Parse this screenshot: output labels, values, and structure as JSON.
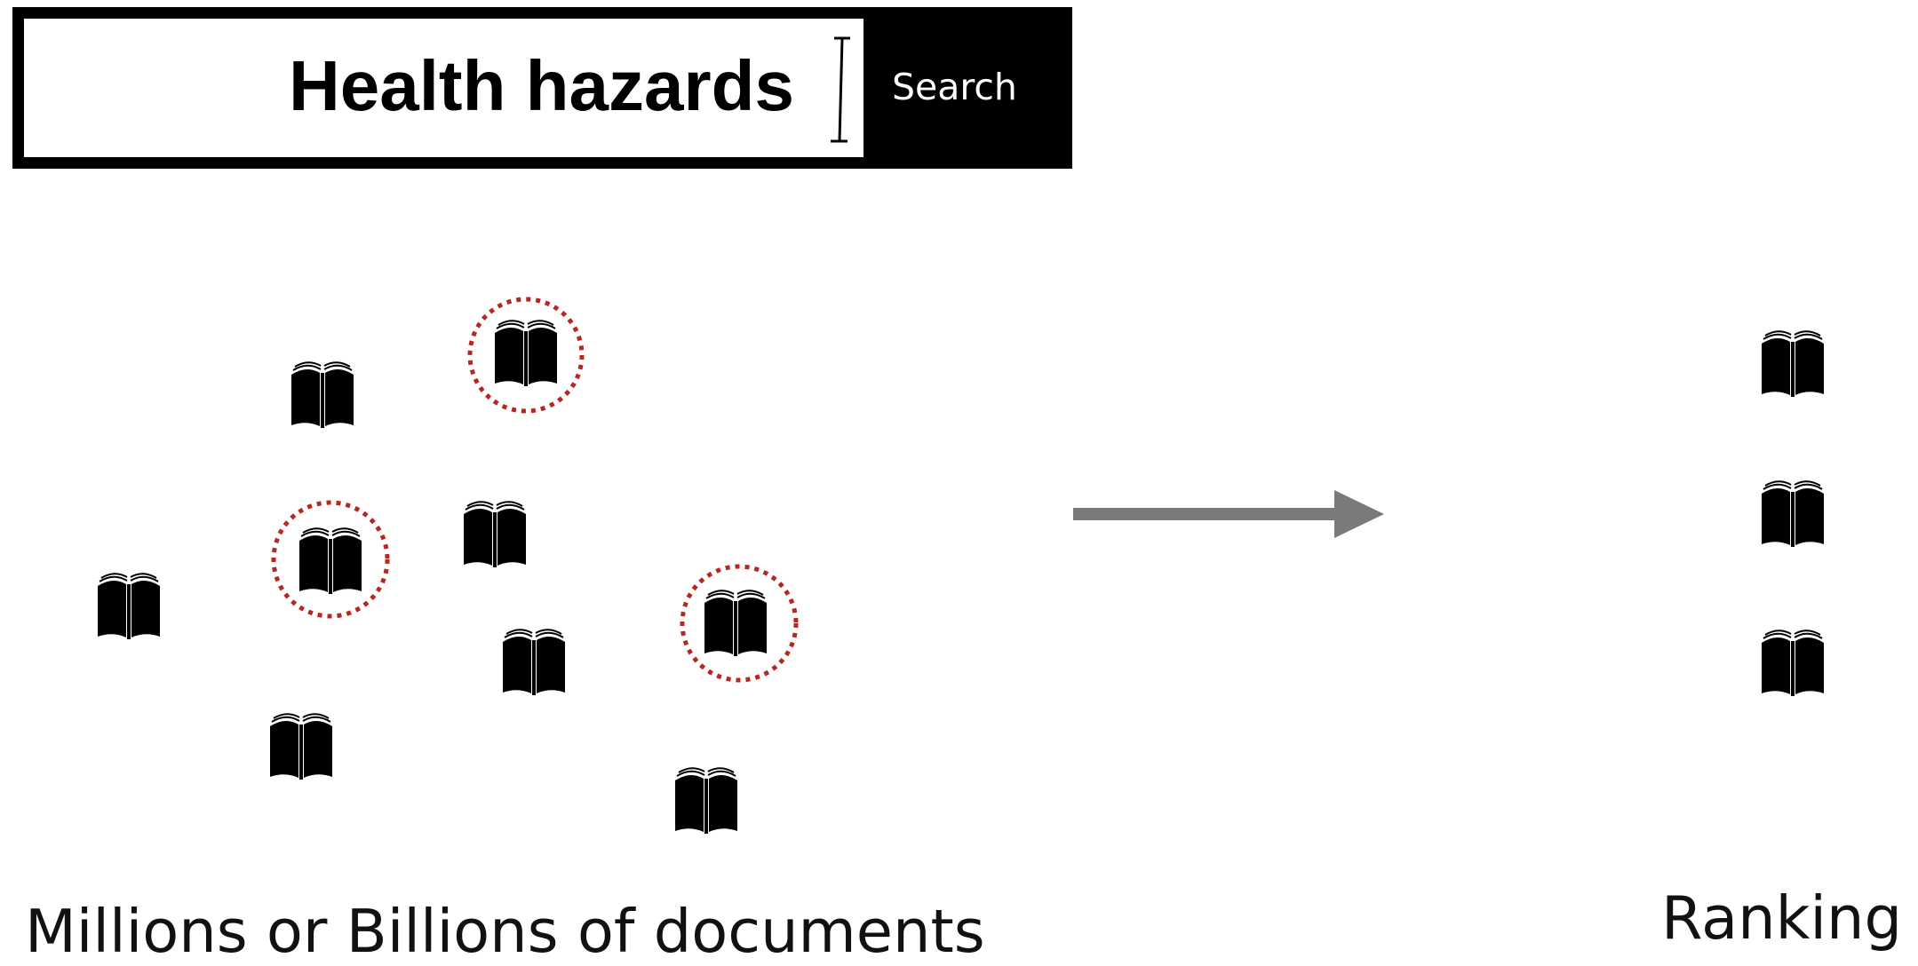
{
  "search": {
    "query": "Health hazards",
    "button_label": "Search"
  },
  "labels": {
    "documents": "Millions or Billions of documents",
    "ranking": "Ranking"
  },
  "icons": {
    "document": "book-icon",
    "arrow": "arrow-right-icon",
    "highlight": "dotted-circle"
  },
  "colors": {
    "highlight": "#b5281f",
    "arrow": "#7a7a7a",
    "ink": "#000000"
  }
}
